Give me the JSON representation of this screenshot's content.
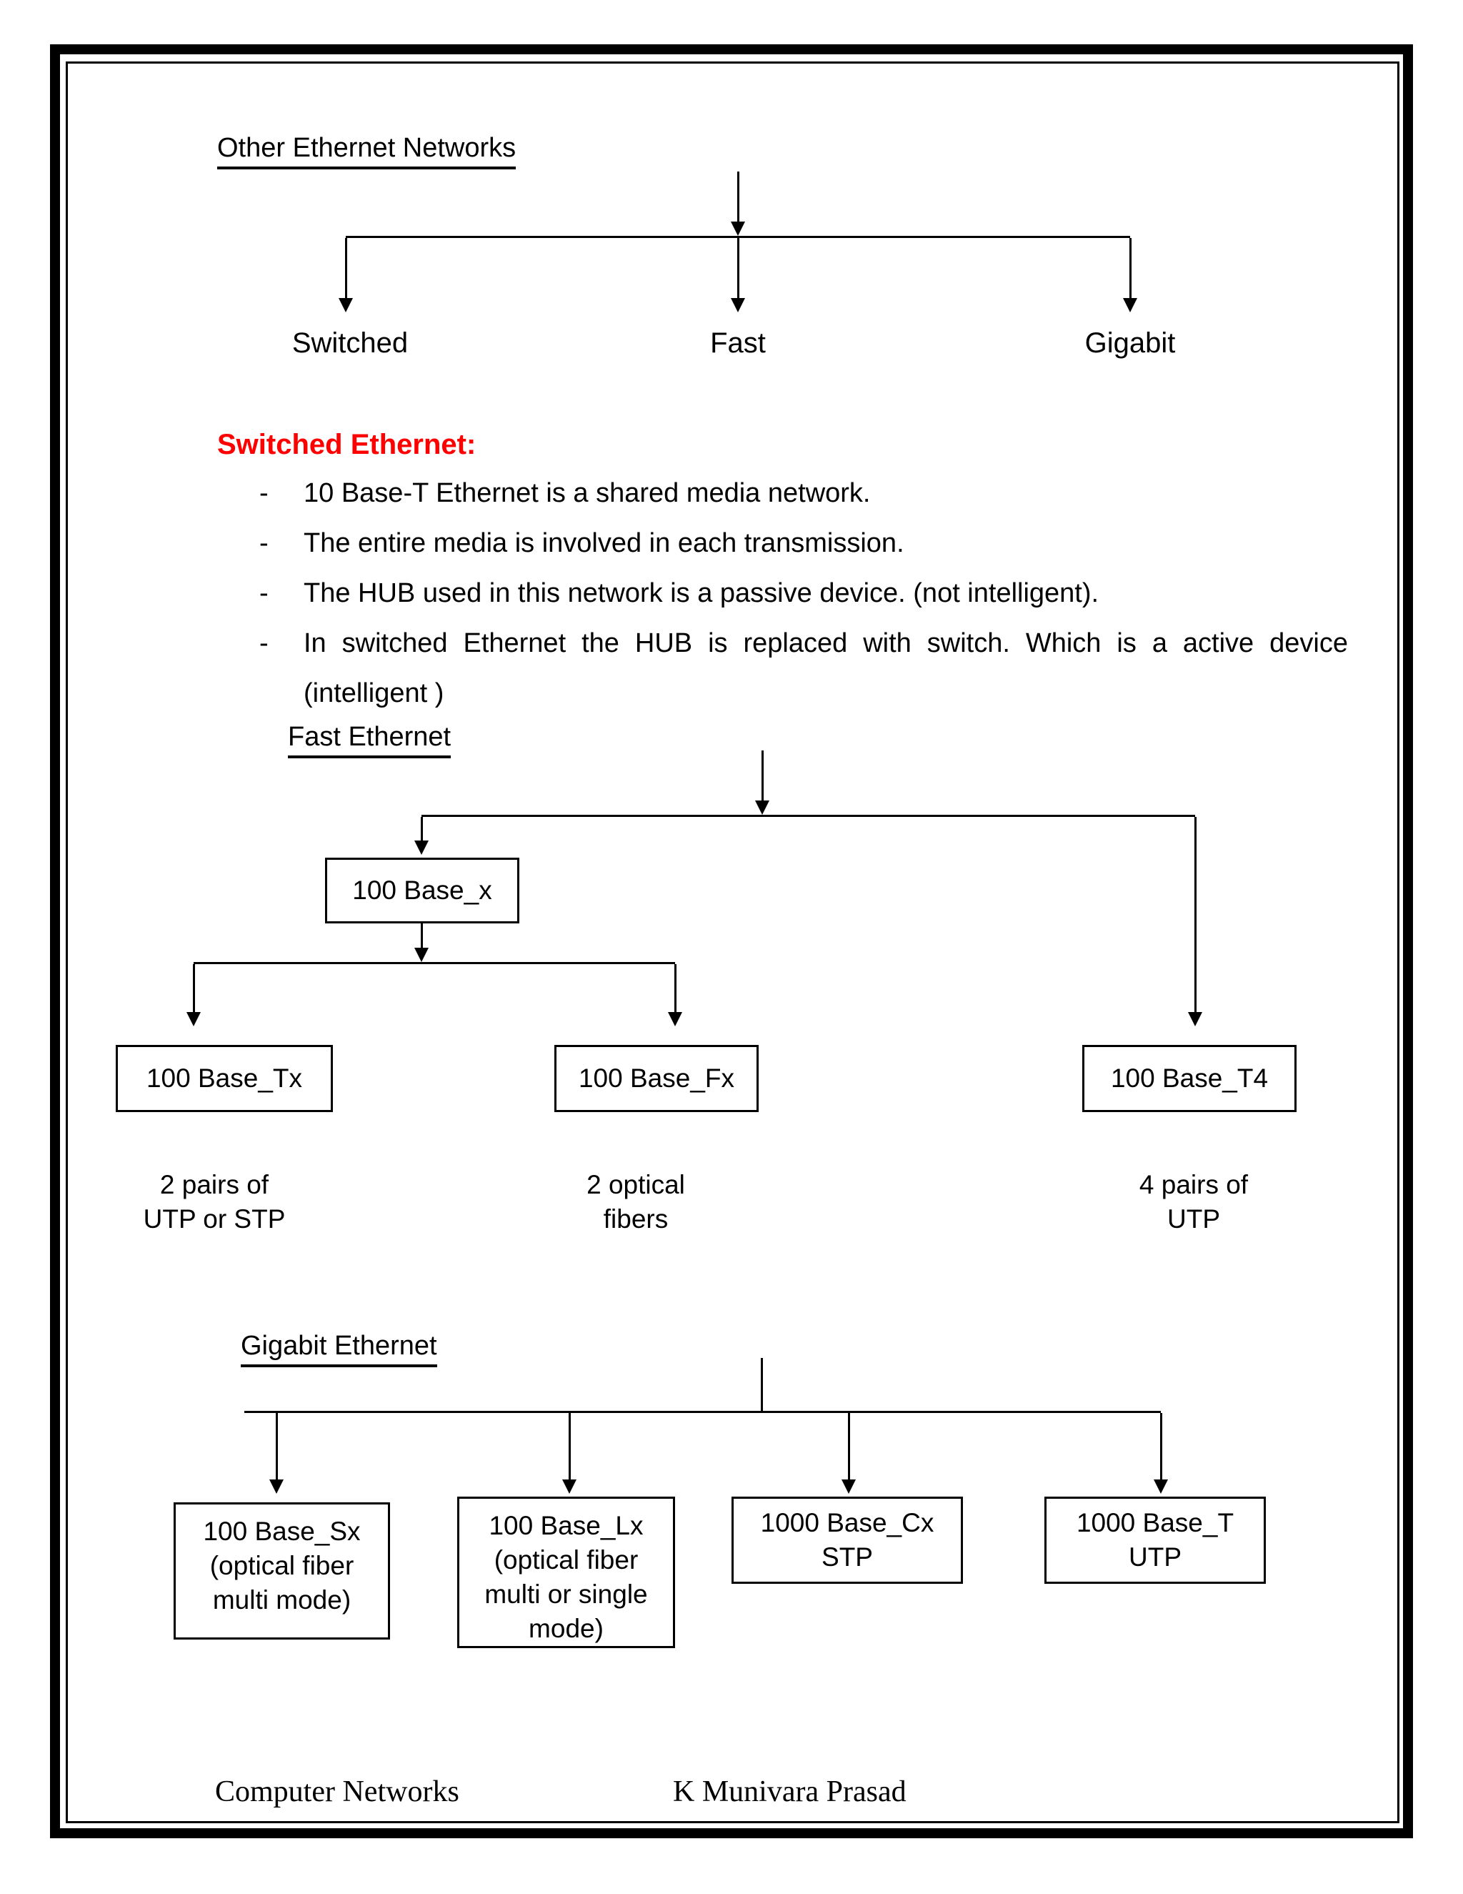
{
  "colors": {
    "ink": "#000000",
    "paper": "#FFFFFF",
    "heading_red": "#FF0000"
  },
  "other": {
    "heading": "Other Ethernet Networks",
    "branches": [
      "Switched",
      "Fast",
      "Gigabit"
    ]
  },
  "switched": {
    "heading": "Switched Ethernet:",
    "dash": "-",
    "bullets": [
      "10 Base-T Ethernet is a shared media network.",
      "The entire media is involved in each transmission.",
      "The HUB used in this network is a passive device. (not intelligent).",
      "In switched Ethernet  the HUB is replaced with switch. Which is a active device"
    ],
    "bullet_wrap": "(intelligent )"
  },
  "fast": {
    "heading": "Fast Ethernet",
    "root_box": "100 Base_x",
    "leaves": [
      "100 Base_Tx",
      "100 Base_Fx",
      "100 Base_T4"
    ],
    "captions": [
      {
        "lines": [
          "2 pairs of",
          "UTP or STP"
        ]
      },
      {
        "lines": [
          "2 optical",
          "fibers"
        ]
      },
      {
        "lines": [
          "4 pairs of",
          "UTP"
        ]
      }
    ]
  },
  "gigabit": {
    "heading": "Gigabit Ethernet",
    "boxes": [
      {
        "lines": [
          "100 Base_Sx",
          "(optical fiber",
          "multi mode)"
        ]
      },
      {
        "lines": [
          "100 Base_Lx",
          "(optical fiber",
          "multi or single",
          "mode)"
        ]
      },
      {
        "lines": [
          "1000 Base_Cx",
          "STP"
        ]
      },
      {
        "lines": [
          "1000 Base_T",
          "UTP"
        ]
      }
    ]
  },
  "footer": {
    "left": "Computer Networks",
    "right": "K Munivara Prasad"
  }
}
